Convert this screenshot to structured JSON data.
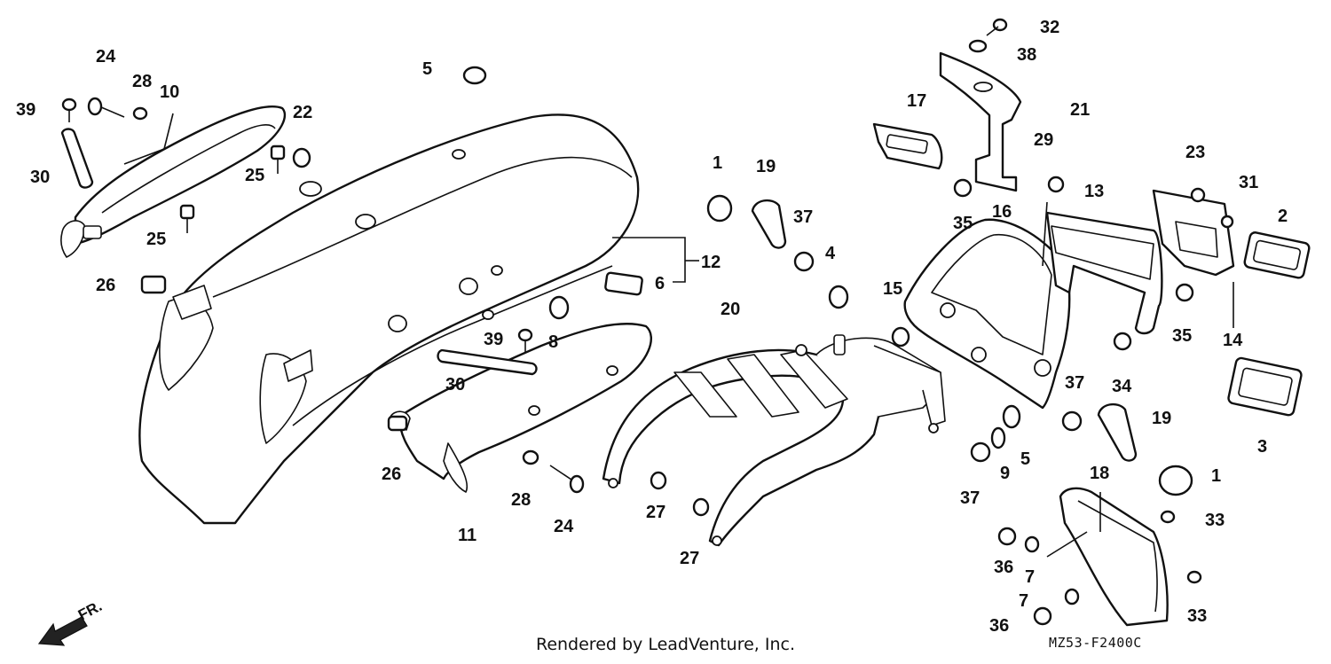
{
  "footer": {
    "credit": "Rendered by LeadVenture, Inc.",
    "diagram_code": "MZ53-F2400C"
  },
  "direction_label": "FR.",
  "callouts": [
    "1",
    "1",
    "2",
    "3",
    "4",
    "5",
    "5",
    "6",
    "7",
    "7",
    "8",
    "9",
    "10",
    "11",
    "12",
    "13",
    "14",
    "15",
    "16",
    "17",
    "18",
    "19",
    "19",
    "20",
    "21",
    "22",
    "23",
    "24",
    "24",
    "25",
    "25",
    "26",
    "26",
    "27",
    "27",
    "28",
    "28",
    "29",
    "30",
    "30",
    "31",
    "32",
    "33",
    "33",
    "34",
    "35",
    "35",
    "36",
    "36",
    "37",
    "37",
    "37",
    "38",
    "39",
    "39"
  ]
}
